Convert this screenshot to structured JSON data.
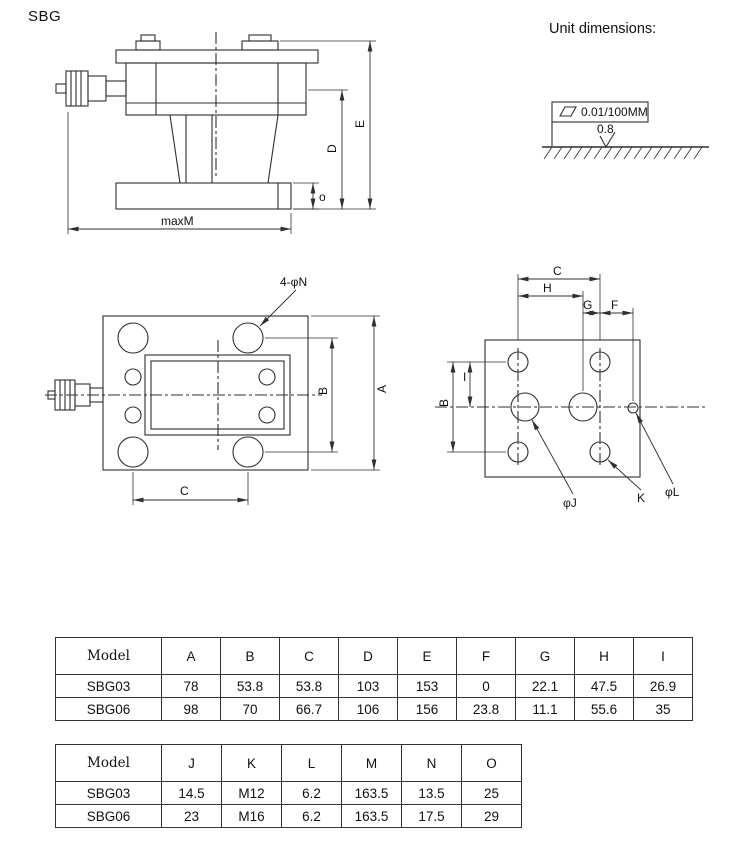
{
  "page": {
    "title": "SBG",
    "unit_dimensions": "Unit dimensions:"
  },
  "tolerance": {
    "flatness": "0.01/100MM",
    "roughness": "0.8"
  },
  "drawings": {
    "side_view": {
      "maxM": "maxM",
      "D": "D",
      "E": "E",
      "o": "o"
    },
    "front_view": {
      "holes": "4-φN",
      "A": "A",
      "B": "B",
      "C": "C"
    },
    "port_view": {
      "C": "C",
      "H": "H",
      "G": "G",
      "F": "F",
      "B": "B",
      "I": "I",
      "J": "φJ",
      "K": "K",
      "L": "φL"
    }
  },
  "table1": {
    "headers": [
      "Model",
      "A",
      "B",
      "C",
      "D",
      "E",
      "F",
      "G",
      "H",
      "I"
    ],
    "rows": [
      {
        "model": "SBG03",
        "values": [
          "78",
          "53.8",
          "53.8",
          "103",
          "153",
          "0",
          "22.1",
          "47.5",
          "26.9"
        ]
      },
      {
        "model": "SBG06",
        "values": [
          "98",
          "70",
          "66.7",
          "106",
          "156",
          "23.8",
          "11.1",
          "55.6",
          "35"
        ]
      }
    ]
  },
  "table2": {
    "headers": [
      "Model",
      "J",
      "K",
      "L",
      "M",
      "N",
      "O"
    ],
    "rows": [
      {
        "model": "SBG03",
        "values": [
          "14.5",
          "M12",
          "6.2",
          "163.5",
          "13.5",
          "25"
        ]
      },
      {
        "model": "SBG06",
        "values": [
          "23",
          "M16",
          "6.2",
          "163.5",
          "17.5",
          "29"
        ]
      }
    ]
  }
}
